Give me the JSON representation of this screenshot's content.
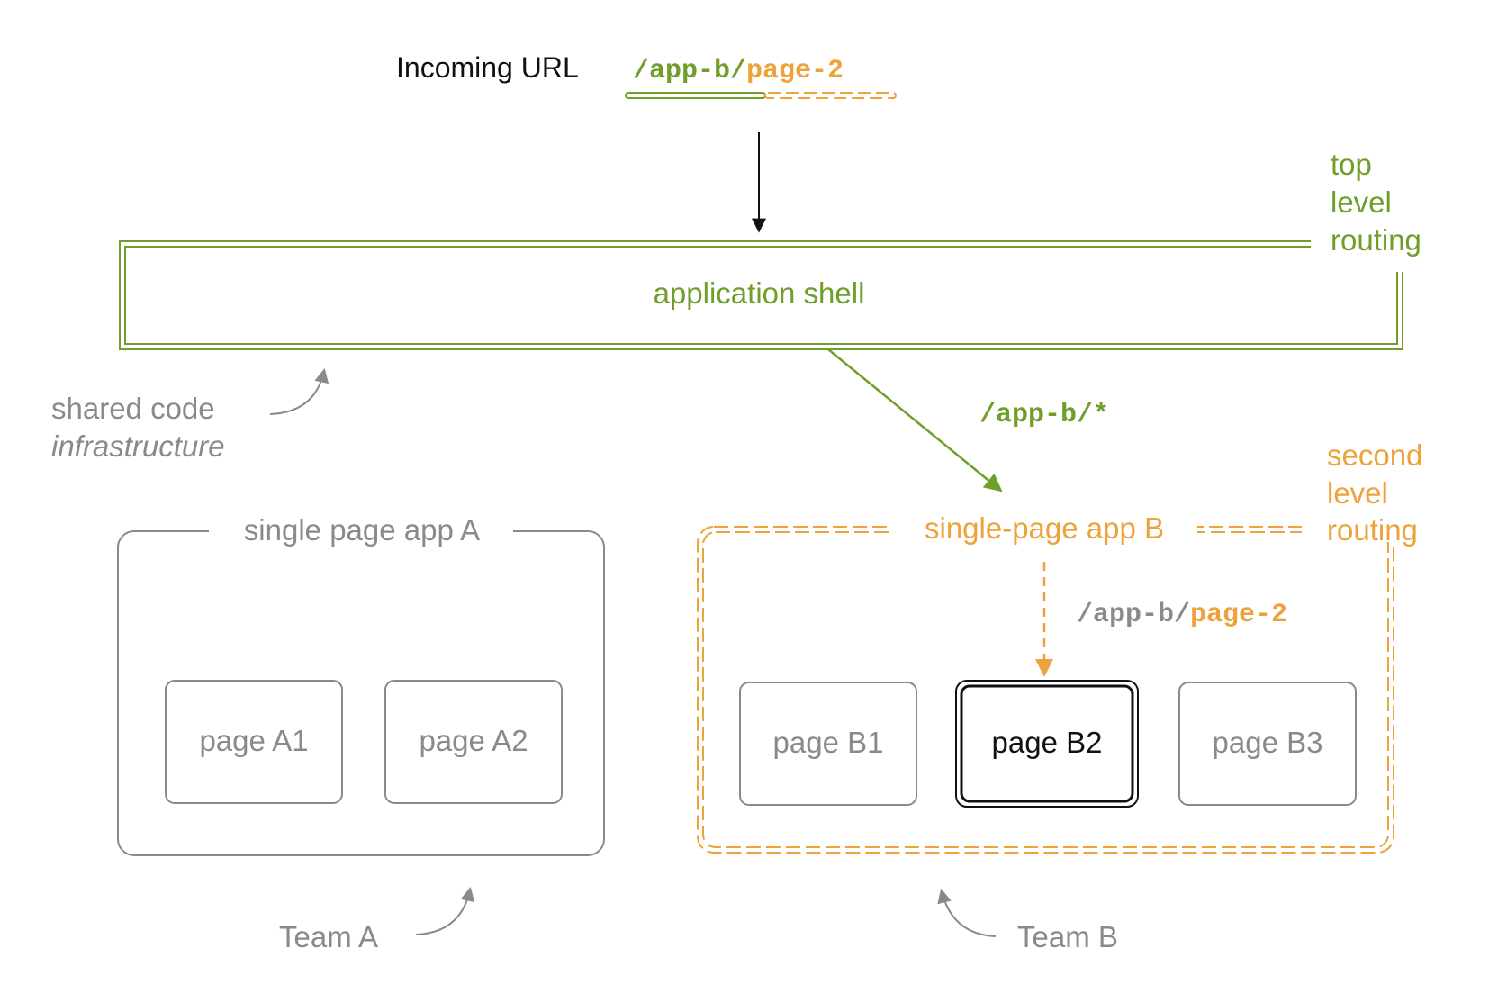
{
  "colors": {
    "green": "#6f9e2a",
    "orange": "#eda33b",
    "gray": "#8a8a8a",
    "black": "#111111"
  },
  "incoming": {
    "label": "Incoming URL",
    "url_prefix": "/app-b/",
    "url_suffix": "page-2"
  },
  "shell": {
    "label": "application shell",
    "side_label_1": "top",
    "side_label_2": "level",
    "side_label_3": "routing"
  },
  "shared": {
    "line1": "shared code",
    "line2": "infrastructure"
  },
  "route_b": "/app-b/*",
  "app_a": {
    "title": "single page app A",
    "pages": [
      "page A1",
      "page A2"
    ],
    "team": "Team A"
  },
  "app_b": {
    "title": "single-page app B",
    "side_label_1": "second",
    "side_label_2": "level",
    "side_label_3": "routing",
    "route_prefix": "/app-b/",
    "route_suffix": "page-2",
    "pages": [
      "page B1",
      "page B2",
      "page B3"
    ],
    "team": "Team B"
  }
}
